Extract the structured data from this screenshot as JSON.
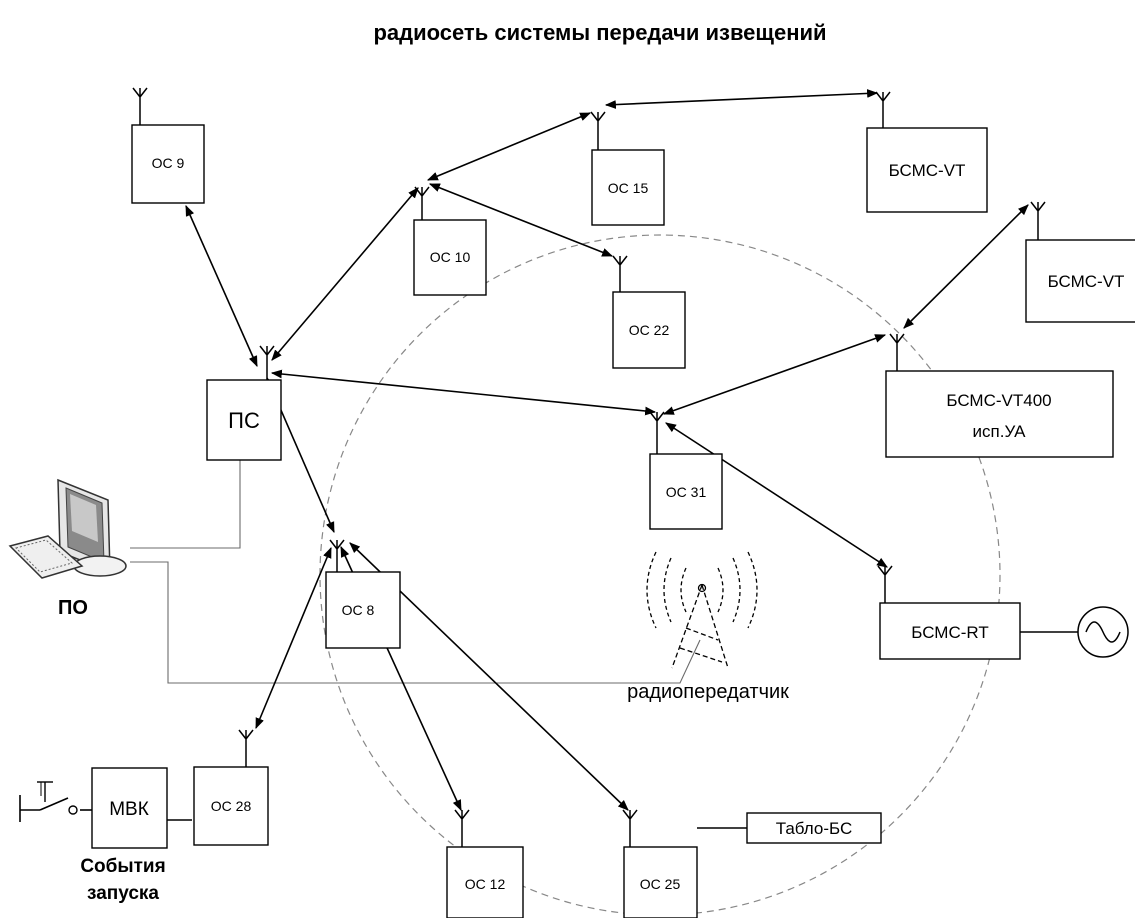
{
  "title": "радиосеть системы передачи извещений",
  "nodes": {
    "os9": "ОС 9",
    "os15": "ОС 15",
    "bsms_vt_top": "БСМС-VT",
    "os10": "ОС 10",
    "bsms_vt_right": "БСМС-VT",
    "os22": "ОС 22",
    "ps": "ПС",
    "bsms_vt400_line1": "БСМС-VT400",
    "bsms_vt400_line2": "исп.УА",
    "os31": "ОС 31",
    "os8": "ОС 8",
    "bsms_rt": "БСМС-RT",
    "mvk": "МВК",
    "os28": "ОС 28",
    "os12": "ОС 12",
    "os25": "ОС 25",
    "tablo": "Табло-БС"
  },
  "labels": {
    "po": "ПО",
    "transmitter": "радиопередатчик",
    "events_line1": "События",
    "events_line2": "запуска"
  },
  "icons": {
    "computer": "computer-icon",
    "transmitter": "radio-tower-icon",
    "button": "push-button-icon",
    "ac_source": "ac-source-icon"
  }
}
